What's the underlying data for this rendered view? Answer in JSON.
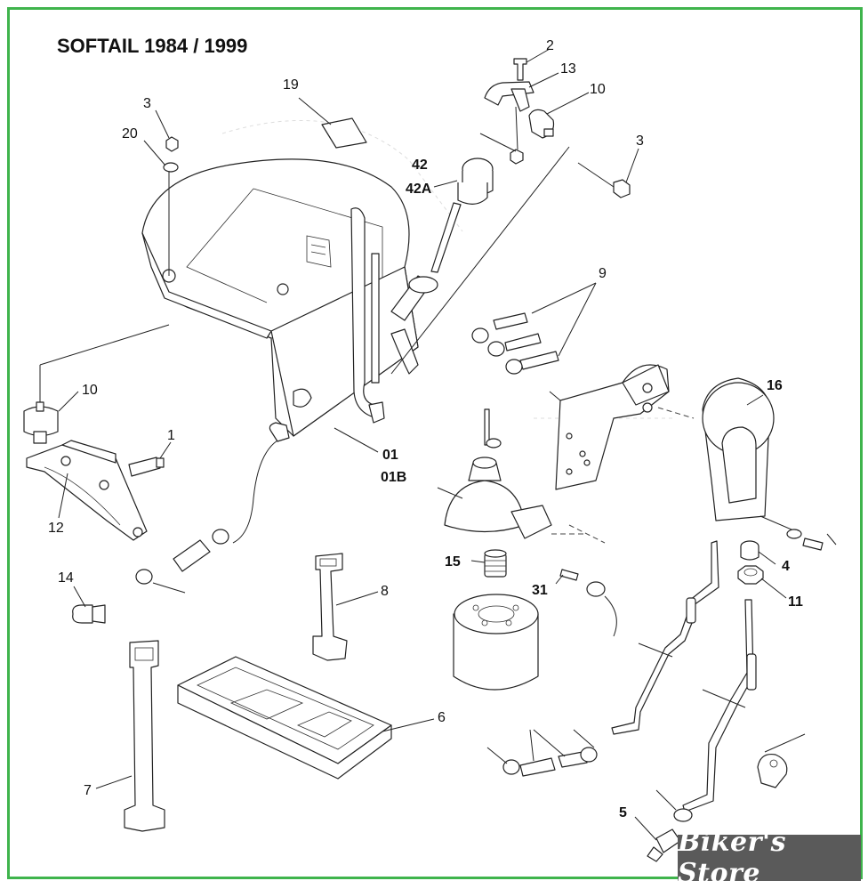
{
  "title": "SOFTAIL 1984 / 1999",
  "brand": {
    "logo_text": "Biker's Store",
    "logo_bg": "#5a5a5a",
    "border_color": "#3fb44c"
  },
  "callouts": {
    "p1": "1",
    "p2": "2",
    "p3a": "3",
    "p3b": "3",
    "p4": "4",
    "p5": "5",
    "p6": "6",
    "p7": "7",
    "p8": "8",
    "p9": "9",
    "p10a": "10",
    "p10b": "10",
    "p11": "11",
    "p12": "12",
    "p13": "13",
    "p14": "14",
    "p15": "15",
    "p16": "16",
    "p19": "19",
    "p20": "20",
    "p31": "31",
    "p42": "42",
    "p42a": "42A",
    "p01": "01",
    "p01b": "01B"
  }
}
